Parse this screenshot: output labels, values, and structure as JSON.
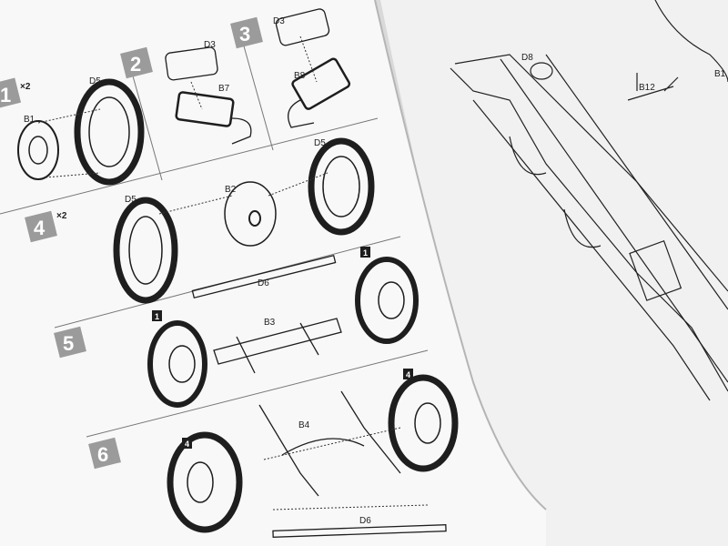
{
  "left_page": {
    "steps": [
      {
        "number": "1",
        "multiplier": "×2"
      },
      {
        "number": "2"
      },
      {
        "number": "3"
      },
      {
        "number": "4",
        "multiplier": "×2"
      },
      {
        "number": "5"
      },
      {
        "number": "6"
      }
    ],
    "step1": {
      "parts": [
        "B1",
        "D5"
      ]
    },
    "step2": {
      "parts": [
        "D3",
        "B7"
      ]
    },
    "step3": {
      "parts": [
        "D3",
        "B8"
      ]
    },
    "step4": {
      "parts": [
        "D5",
        "B2",
        "D5"
      ]
    },
    "step5": {
      "parts": [
        "D6",
        "B3"
      ],
      "ref_badges": [
        "1",
        "1"
      ]
    },
    "step6": {
      "parts": [
        "B4",
        "D6"
      ],
      "ref_badges": [
        "4",
        "4"
      ]
    }
  },
  "right_page": {
    "parts": [
      "D8",
      "B12",
      "B1"
    ]
  },
  "colors": {
    "step_box": "#9b9b9b",
    "paper": "#f7f7f7",
    "ink": "#1e1e1e"
  }
}
